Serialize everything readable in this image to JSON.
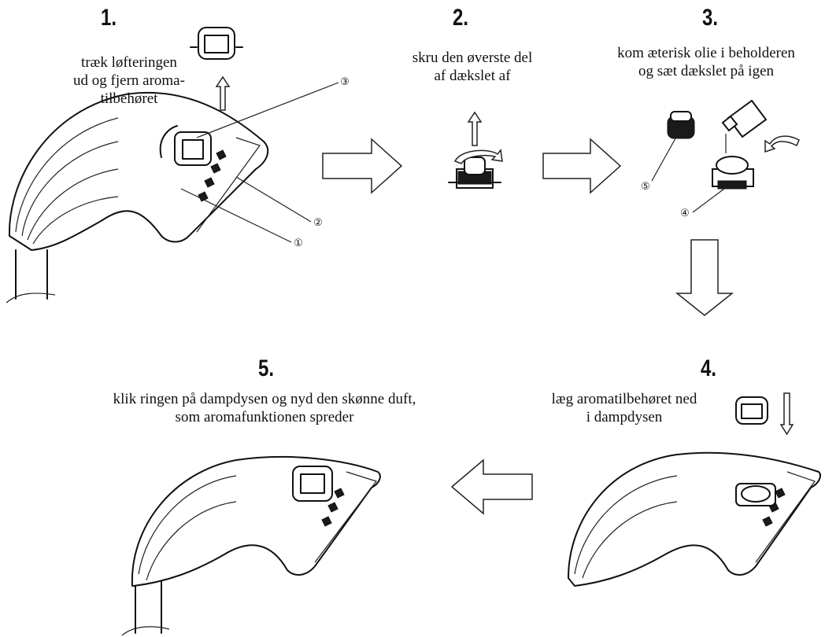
{
  "steps": [
    {
      "number": "1.",
      "caption_lines": [
        "træk løfteringen",
        "ud og fjern aroma-",
        "tilbehøret"
      ]
    },
    {
      "number": "2.",
      "caption_lines": [
        "skru den øverste del",
        "af dækslet af"
      ]
    },
    {
      "number": "3.",
      "caption_lines": [
        "kom æterisk olie i beholderen",
        "og sæt dækslet på igen"
      ]
    },
    {
      "number": "4.",
      "caption_lines": [
        "læg aromatilbehøret ned",
        "i dampdysen"
      ]
    },
    {
      "number": "5.",
      "caption_lines": [
        "klik ringen på dampdysen og nyd den skønne duft,",
        "som aromafunktionen spreder"
      ]
    }
  ],
  "callouts": {
    "c1": "①",
    "c2": "②",
    "c3": "③",
    "c4": "④",
    "c5": "⑤"
  },
  "icons": [
    "iron-nozzle",
    "aroma-accessory",
    "oil-bottle",
    "flow-arrow-right",
    "flow-arrow-down",
    "flow-arrow-left",
    "lift-arrow",
    "rotate-arrow"
  ]
}
